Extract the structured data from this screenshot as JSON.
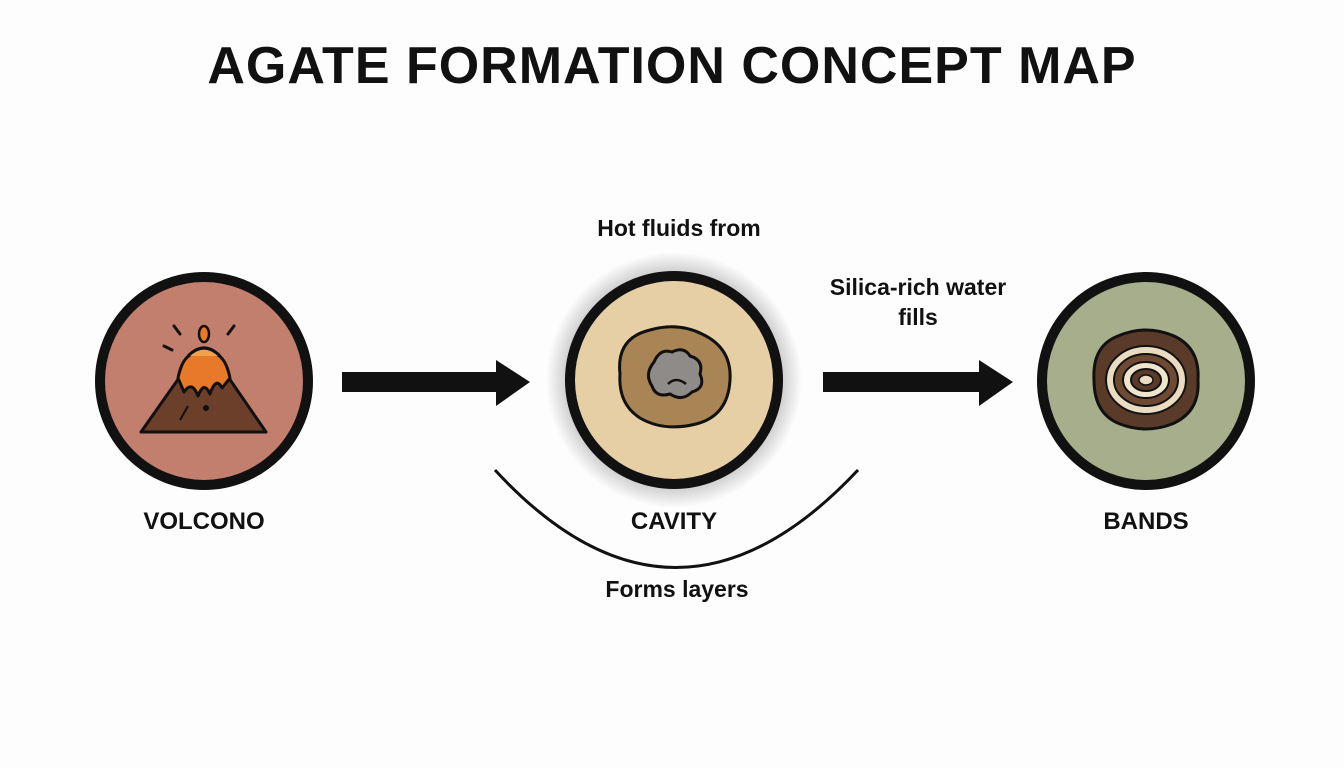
{
  "title": "AGATE FORMATION CONCEPT MAP",
  "nodes": [
    {
      "id": "volcano",
      "label": "VOLCONO",
      "icon": "volcano-icon",
      "fill": "#c27f6e"
    },
    {
      "id": "cavity",
      "label": "CAVITY",
      "icon": "cavity-rock-icon",
      "fill": "#e6cfa5"
    },
    {
      "id": "bands",
      "label": "BANDS",
      "icon": "agate-bands-icon",
      "fill": "#a7ae8c"
    }
  ],
  "edges": [
    {
      "from": "volcano",
      "to": "cavity",
      "label": "Hot fluids from"
    },
    {
      "from": "cavity",
      "to": "bands",
      "label_lines": [
        "Silica-rich water",
        "fills"
      ]
    },
    {
      "from": "cavity",
      "to": "cavity",
      "label": "Forms layers"
    }
  ],
  "colors": {
    "outline": "#111111",
    "lava": "#e8782a",
    "mountain": "#6b3f2a",
    "cavity_rock": "#a98556",
    "cavity_core": "#8f8b88"
  }
}
